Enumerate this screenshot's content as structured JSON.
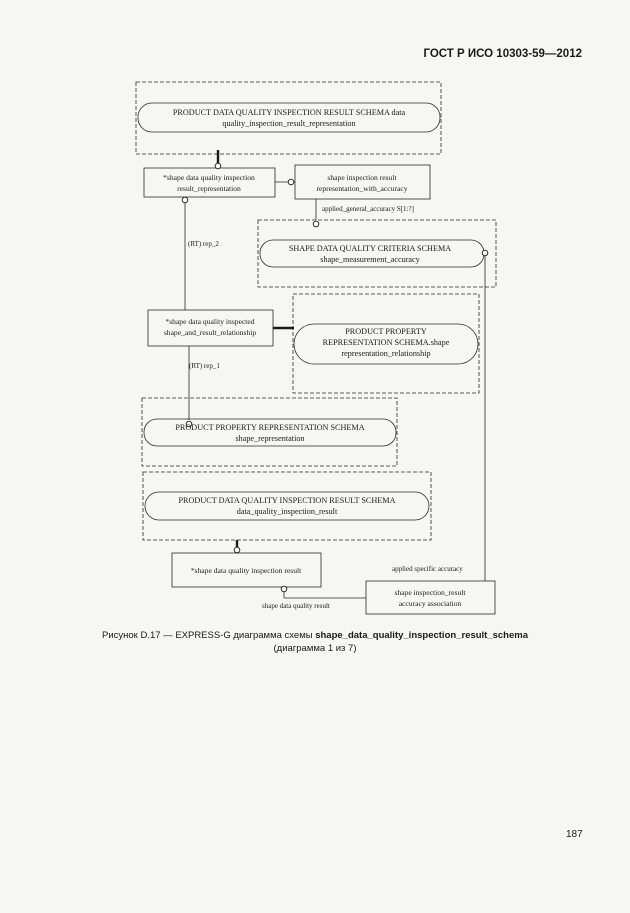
{
  "header": {
    "standard": "ГОСТ Р ИСО 10303-59—2012"
  },
  "diagram": {
    "schema_refs": {
      "pdqi_result_representation": [
        "PRODUCT DATA QUALITY INSPECTION RESULT SCHEMA data",
        "quality_inspection_result_representation"
      ],
      "shape_measurement_accuracy": [
        "SHAPE DATA QUALITY CRITERIA SCHEMA",
        "shape_measurement_accuracy"
      ],
      "representation_relationship": [
        "PRODUCT PROPERTY",
        "REPRESENTATION SCHEMA.shape",
        "representation_relationship"
      ],
      "shape_representation": [
        "PRODUCT PROPERTY REPRESENTATION SCHEMA",
        "shape_representation"
      ],
      "data_quality_inspection_result": [
        "PRODUCT DATA QUALITY INSPECTION RESULT SCHEMA",
        "data_quality_inspection_result"
      ]
    },
    "entities": {
      "sdq_result_representation": [
        "*shape data quality inspection",
        "result_representation"
      ],
      "shape_result_with_accuracy": [
        "shape inspection result",
        "representation_with_accuracy"
      ],
      "sdq_inspected_relationship": [
        "*shape data quality inspected",
        "shape_and_result_relationship"
      ],
      "sdq_inspection_result": [
        "*shape data quality inspection result"
      ],
      "shape_result_accuracy_association": [
        "shape inspection_result",
        "accuracy association"
      ]
    },
    "labels": {
      "applied_general_accuracy": "applied_general_accuracy S[1:?]",
      "rep_2": "(RT) rep_2",
      "rep_1": "(RT) rep_1",
      "applied_specific_accuracy": "applied specific accuracy",
      "shape_data_quality_result": "shape data quality result"
    }
  },
  "caption": {
    "prefix": "Рисунок D.17 — EXPRESS-G диаграмма схемы ",
    "schema_name": "shape_data_quality_inspection_result_schema",
    "line2": "(диаграмма 1 из 7)"
  },
  "page_number": "187"
}
